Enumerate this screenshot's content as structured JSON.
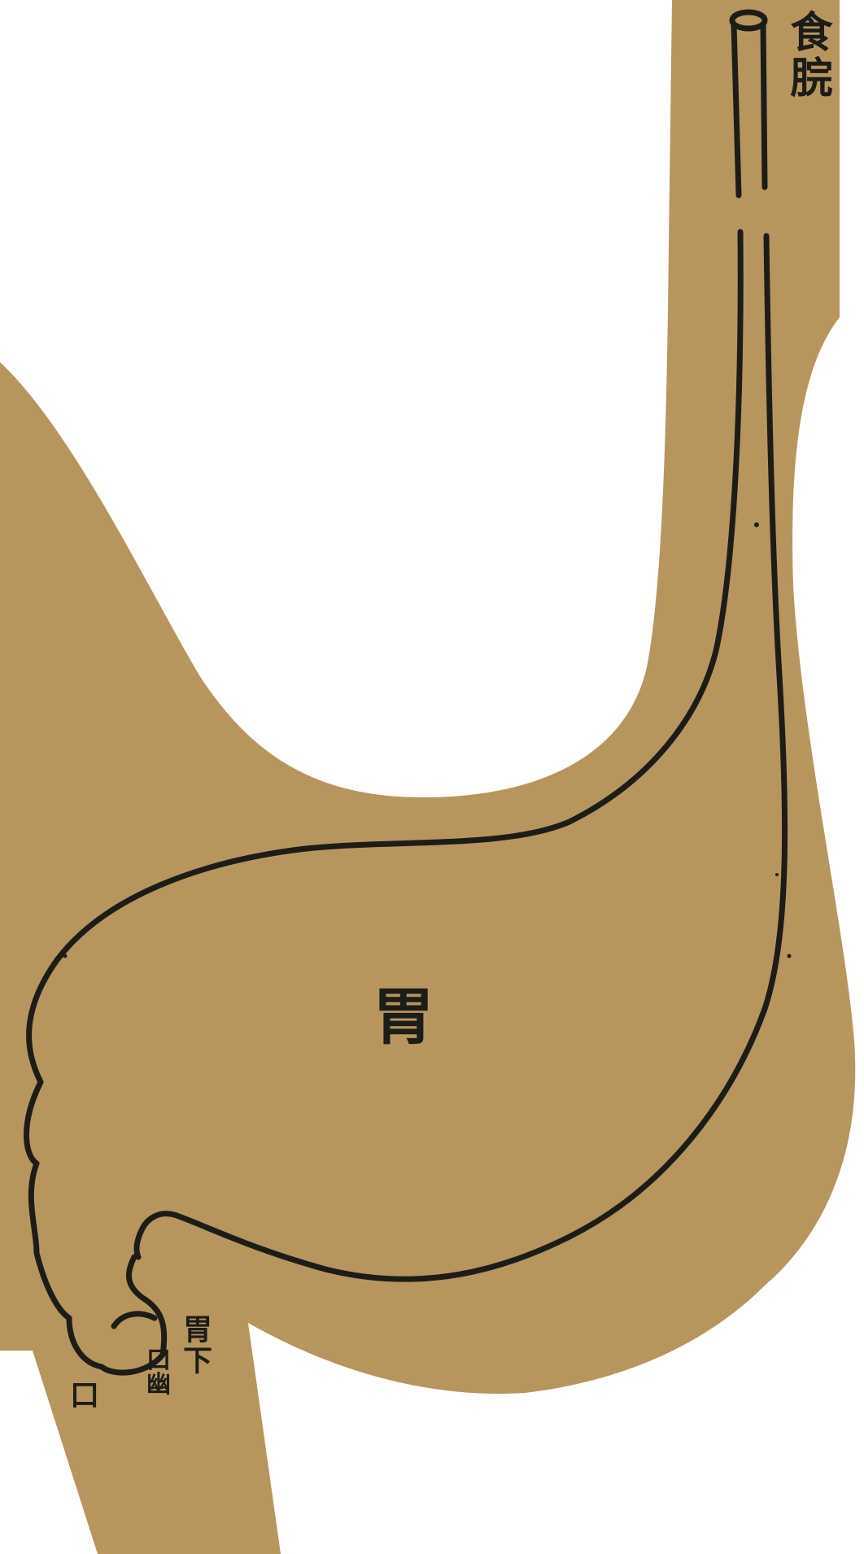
{
  "colors": {
    "background": "#ffffff",
    "tissue": "#b9955e",
    "ink": "#1b1d18"
  },
  "labels": {
    "esophagus": "食脘",
    "stomach": "胃",
    "stomach_lower": "胃下",
    "pylorus": "口幽",
    "pylorus_mouth": "口"
  }
}
